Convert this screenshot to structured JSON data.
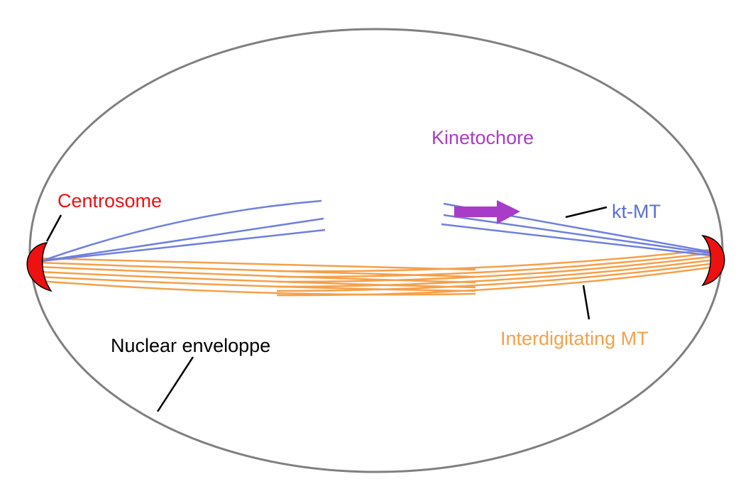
{
  "labels": {
    "kinetochore": "Kinetochore",
    "centrosome": "Centrosome",
    "kt_mt": "kt-MT",
    "interdigitating_mt": "Interdigitating MT",
    "nuclear_envelope": "Nuclear enveloppe"
  },
  "colors": {
    "envelope": "#7f7f7f",
    "kt_mt": "#6f7fe0",
    "interdigitating_mt": "#f5a04a",
    "centrosome": "#ee1111",
    "kinetochore": "#a83cc8",
    "leader": "#000000"
  }
}
